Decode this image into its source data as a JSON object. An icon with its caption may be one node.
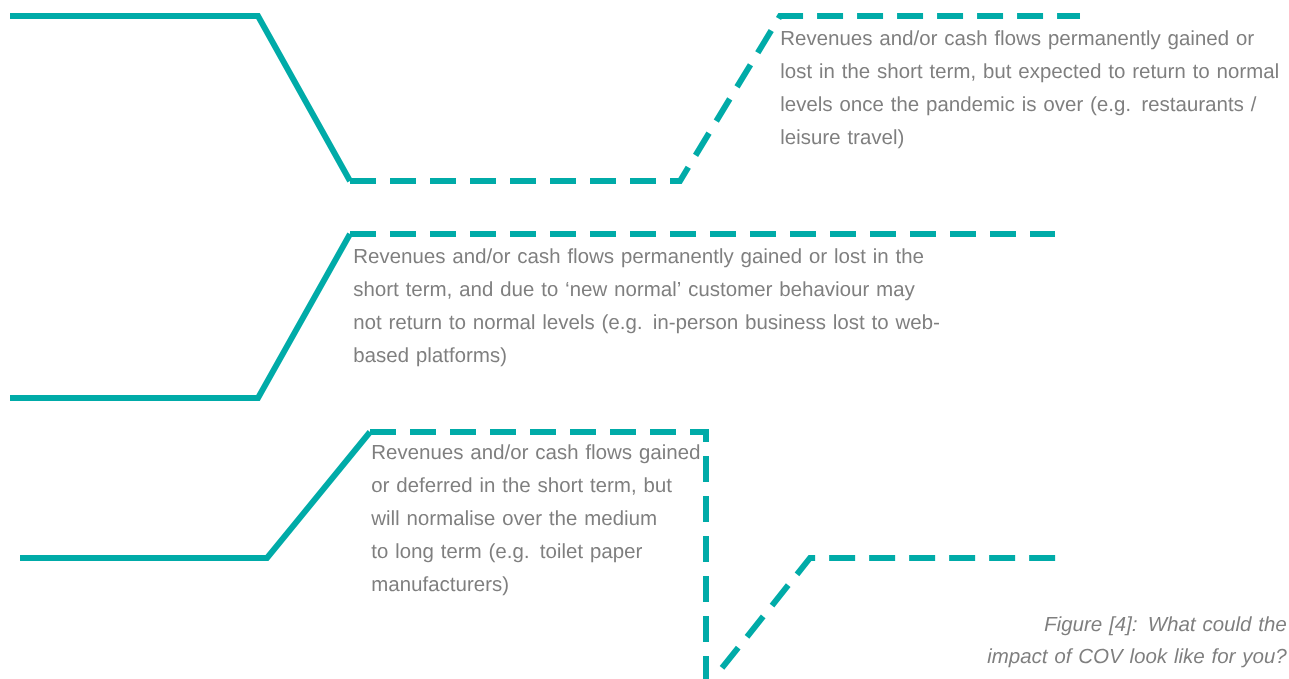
{
  "diagram": {
    "caption": "Figure [4]: What could the impact of COV look like for you?",
    "labels": [
      "Revenues and/or cash flows permanently gained or lost in the short term, but expected to return to normal levels once the pandemic is over (e.g. restaurants / leisure travel)",
      "Revenues and/or cash flows permanently gained or lost in the short term, and due to ‘new normal’ customer behaviour may not return to normal levels (e.g. in-person business lost to web-based platforms)",
      "Revenues and/or cash flows gained or deferred in the short term, but will normalise over the medium to long term (e.g. toilet paper manufacturers)"
    ]
  }
}
